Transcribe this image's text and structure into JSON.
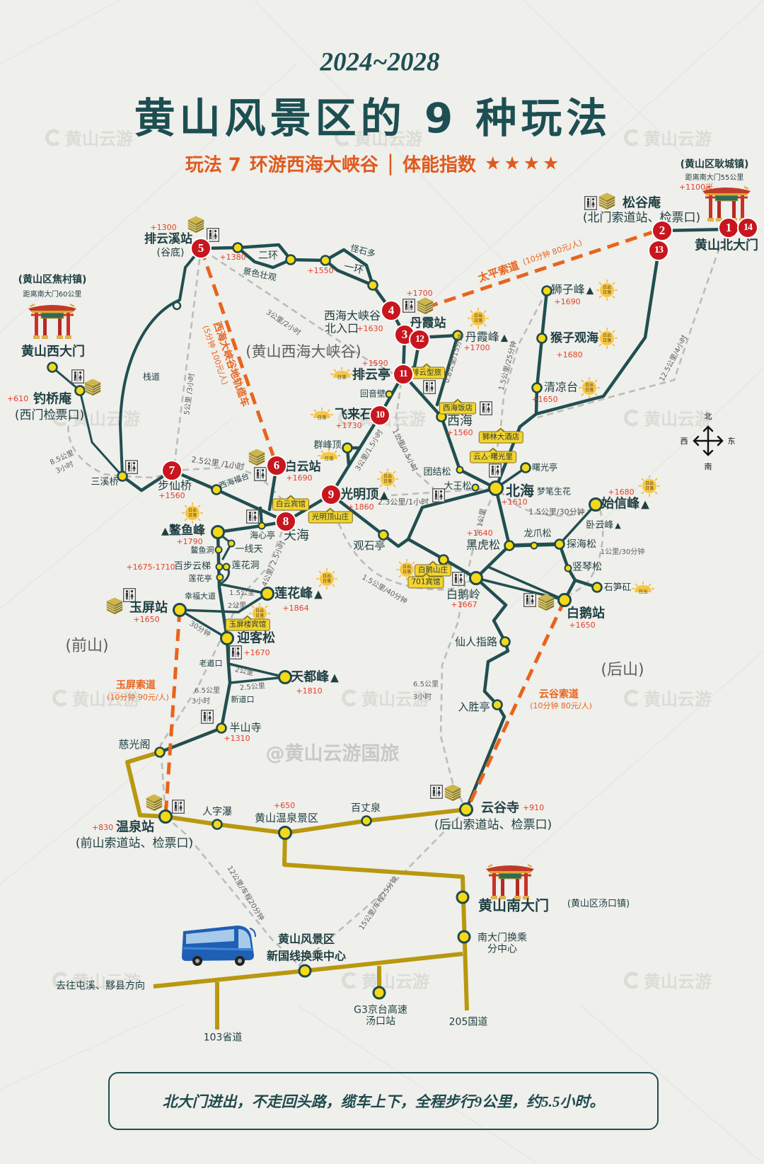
{
  "header": {
    "years": "2024~2028",
    "title": "黄山风景区的 9 种玩法",
    "subtitle": {
      "play": "玩法 7",
      "route": "环游西海大峡谷",
      "separator": "|",
      "fitness_label": "体能指数",
      "stars": "★★★★",
      "fitness_rating": 4
    }
  },
  "colors": {
    "title": "#1d4f52",
    "trail": "#214f50",
    "cableway": "#e8641c",
    "badge": "#c8161e",
    "elevation": "#e2402c",
    "spot_dot": "#f5d817",
    "road": "#b8980f",
    "walk_alt": "#bcbcbc",
    "background": "#efefeb"
  },
  "badges": {
    "1": "1",
    "2": "2",
    "3": "3",
    "4": "4",
    "5": "5",
    "6": "6",
    "7": "7",
    "8": "8",
    "9": "9",
    "10": "10",
    "11": "11",
    "12": "12",
    "13": "13",
    "14": "14"
  },
  "regions": {
    "canyon": "(黄山西海大峡谷)",
    "front": "(前山)",
    "back": "(后山)"
  },
  "gates": {
    "west": {
      "town": "(黄山区焦村镇)",
      "distance": "距离南大门60公里",
      "name": "黄山西大门"
    },
    "north": {
      "town": "(黄山区耿城镇)",
      "distance": "距离南大门55公里",
      "elevation": "+1100米",
      "name": "黄山北大门"
    },
    "south": {
      "name": "黄山南大门",
      "town": "(黄山区汤口镇)"
    }
  },
  "stations": {
    "songgu": {
      "name": "松谷庵",
      "sub": "(北门索道站、检票口)"
    },
    "paiyunxi": {
      "name": "排云溪站",
      "sub": "(谷底)",
      "elevation": "+1300"
    },
    "danxia": {
      "name": "丹霞站",
      "elevation": "+1700"
    },
    "baiyun": {
      "name": "白云站",
      "elevation": "+1690"
    },
    "yuping": {
      "name": "玉屏站",
      "elevation": "+1650"
    },
    "wenquan": {
      "name": "温泉站",
      "sub": "(前山索道站、检票口)",
      "elevation": "+830"
    },
    "yungu": {
      "name": "云谷寺",
      "sub": "(后山索道站、检票口)",
      "elevation": "+910"
    },
    "baie": {
      "name": "白鹅站",
      "elevation": "+1650"
    },
    "diaoqiao": {
      "name": "钓桥庵",
      "sub": "(西门检票口)",
      "elevation": "+610"
    }
  },
  "spots": {
    "p1380": {
      "elevation": "+1380"
    },
    "erhuan": {
      "name": "二环",
      "note": "景色壮观"
    },
    "yihuan": {
      "name": "一环",
      "note": "怪石多",
      "elevation": "+1550"
    },
    "canyon_north": {
      "line1": "西海大峡谷",
      "line2": "北入口",
      "elevation": "+1630"
    },
    "danxiafeng": {
      "name": "丹霞峰",
      "elevation": "+1700"
    },
    "shizifeng": {
      "name": "狮子峰",
      "elevation": "+1690"
    },
    "houzi": {
      "name": "猴子观海",
      "elevation": "+1680"
    },
    "qingliangtai": {
      "name": "清凉台",
      "elevation": "+1650"
    },
    "paiyunting": {
      "name": "排云亭",
      "elevation": "+1590"
    },
    "huiyinbi": {
      "name": "回音壁"
    },
    "feilaishi": {
      "name": "飞来石",
      "elevation": "+1730"
    },
    "qunfengding": {
      "name": "群峰顶"
    },
    "xihai": {
      "name": "西海",
      "elevation": "+1560"
    },
    "tuanjiesong": {
      "name": "团结松"
    },
    "dawangsong": {
      "name": "大王松"
    },
    "beihai": {
      "name": "北海",
      "note": "梦笔生花",
      "elevation": "+1610"
    },
    "shuguangting": {
      "name": "曙光亭"
    },
    "guangmingding": {
      "name": "光明顶",
      "elevation": "+1860"
    },
    "tianhai": {
      "name": "天海"
    },
    "sanxiqiao": {
      "name": "三溪桥"
    },
    "buxianqiao": {
      "name": "步仙桥",
      "elevation": "+1560"
    },
    "xihaifutai": {
      "name": "西海福台"
    },
    "haixinting": {
      "name": "海心亭"
    },
    "aoyufeng": {
      "name": "鳌鱼峰",
      "elevation": "+1790"
    },
    "yixiantian": {
      "name": "一线天"
    },
    "aoyudong": {
      "name": "鳌鱼洞"
    },
    "baibuyunti": {
      "name": "百步云梯",
      "elevation": "+1675-1710"
    },
    "lianhuadong": {
      "name": "莲花洞"
    },
    "lianhuating": {
      "name": "莲花亭"
    },
    "xingfudadao": {
      "name": "幸福大道"
    },
    "lianhuafeng": {
      "name": "莲花峰",
      "elevation": "+1864"
    },
    "yingkesong": {
      "name": "迎客松",
      "elevation": "+1670"
    },
    "laodaokou": {
      "name": "老道口"
    },
    "xindaokou": {
      "name": "新道口"
    },
    "tiandufeng": {
      "name": "天都峰",
      "elevation": "+1810"
    },
    "banshansi": {
      "name": "半山寺",
      "elevation": "+1310"
    },
    "ciguangge": {
      "name": "慈光阁"
    },
    "zhandao": {
      "name": "栈道"
    },
    "shixinfeng": {
      "name": "始信峰",
      "elevation": "+1680"
    },
    "woyunfeng": {
      "name": "卧云峰"
    },
    "heihusong": {
      "name": "黑虎松",
      "elevation": "+1640"
    },
    "longzhuasong": {
      "name": "龙爪松"
    },
    "tanhaisong": {
      "name": "探海松"
    },
    "shuqinsong": {
      "name": "竖琴松"
    },
    "shisungang": {
      "name": "石笋矼"
    },
    "guanshiting": {
      "name": "观石亭"
    },
    "baieling": {
      "name": "白鹅岭",
      "elevation": "+1667"
    },
    "xianrenzhilu": {
      "name": "仙人指路"
    },
    "rushengting": {
      "name": "入胜亭"
    },
    "renzipu": {
      "name": "人字瀑"
    },
    "wenquan_area": {
      "name": "黄山温泉景区",
      "elevation": "+650"
    },
    "baizhangquan": {
      "name": "百丈泉"
    }
  },
  "peak_marker": "▲",
  "hotels": {
    "paiyun": "排云型旅",
    "xihai": "西海饭店",
    "shilin": "狮林大酒店",
    "shuguangli": "云亼·曙光里",
    "baiyun": "白云宾馆",
    "guangmingding": "光明顶山庄",
    "baie": "白鹅山庄",
    "h701": "701宾馆",
    "yupinglou": "玉屏楼宾馆"
  },
  "cableways": {
    "canyon_rail": {
      "name": "西海大峡谷地轨缆车",
      "info": "(5分钟 100元/人)"
    },
    "taiping": {
      "name": "太平索道",
      "info": "(10分钟 80元/人)"
    },
    "yuping": {
      "name": "玉屏索道",
      "info": "(10分钟 90元/人)"
    },
    "yungu": {
      "name": "云谷索道",
      "info": "(10分钟 80元/人)"
    }
  },
  "distances": {
    "d5_7": "5公里 /3小时",
    "d5_11": "3公里/2小时",
    "d_west": [
      "8.5公里",
      "3小时"
    ],
    "d7_8": "2.5公里 /1小时",
    "d11_10": "3公里/1.5小时",
    "d11_down": "1公里/0.5小时",
    "d9_beihai": "2.3公里/1小时",
    "d_danxia": "0.8公里/15分钟",
    "d_shizi": "1.5公里/25分钟",
    "d_north": "12.5公里/4小时",
    "d_beihai_shixin": "1.5公里/30分钟",
    "d_shixin_baie": "1公里/30分钟",
    "d_beihai_1km": "1公里",
    "d_gmd_baieling": "1.5公里/40分钟",
    "d_8_down": "4公里/ 2.5小时",
    "d_xingfu": "1.5公里",
    "d_yuping_lianhua": "2公里",
    "d_yuping_ying": "30分钟",
    "d_laodao": "2公里",
    "d_xindao": "2.5公里",
    "d_front": [
      "6.5公里",
      "3小时"
    ],
    "d_back": [
      "6.5公里",
      "3小时"
    ],
    "d_bus_west": "12公里/车程20分钟",
    "d_bus_east": "15公里/车程25分钟"
  },
  "sun_labels": {
    "rise": "日出",
    "set": "日落"
  },
  "compass": {
    "north": "北",
    "south": "南",
    "west": "西",
    "east": "东"
  },
  "transport": {
    "transfer_center": [
      "黄山风景区",
      "新国线换乘中心"
    ],
    "south_transfer": [
      "南大门换乘",
      "分中心"
    ],
    "to_tunxi": "去往屯溪、黟县方向",
    "road_103": "103省道",
    "g3": [
      "G3京台高速",
      "汤口站"
    ],
    "road_205": "205国道"
  },
  "watermark": {
    "brand": "黄山云游",
    "credit": "@黄山云游国旅"
  },
  "footer": {
    "summary": "北大门进出，不走回头路，缆车上下，全程步行9公里，约5.5小时。"
  }
}
